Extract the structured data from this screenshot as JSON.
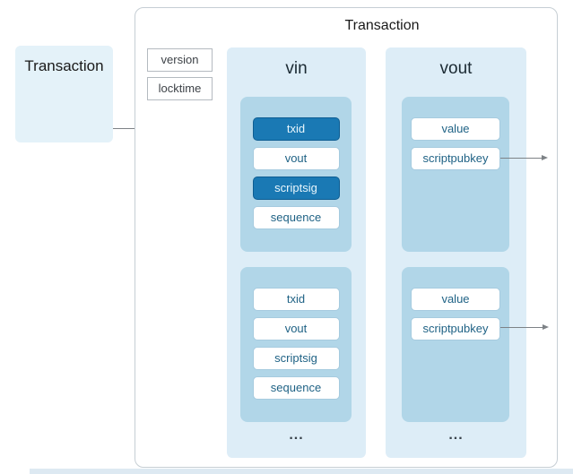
{
  "left_box": {
    "label": "Transaction"
  },
  "container": {
    "title": "Transaction"
  },
  "header_fields": [
    {
      "label": "version"
    },
    {
      "label": "locktime"
    }
  ],
  "vin": {
    "header": "vin",
    "ellipsis": "...",
    "groups": [
      {
        "items": [
          {
            "label": "txid",
            "variant": "highlighted"
          },
          {
            "label": "vout",
            "variant": "plain"
          },
          {
            "label": "scriptsig",
            "variant": "highlighted"
          },
          {
            "label": "sequence",
            "variant": "plain"
          }
        ]
      },
      {
        "items": [
          {
            "label": "txid",
            "variant": "plain"
          },
          {
            "label": "vout",
            "variant": "plain"
          },
          {
            "label": "scriptsig",
            "variant": "plain"
          },
          {
            "label": "sequence",
            "variant": "plain"
          }
        ]
      }
    ]
  },
  "vout": {
    "header": "vout",
    "ellipsis": "...",
    "groups": [
      {
        "items": [
          {
            "label": "value",
            "variant": "plain",
            "has_arrow": false
          },
          {
            "label": "scriptpubkey",
            "variant": "plain",
            "has_arrow": true
          }
        ]
      },
      {
        "items": [
          {
            "label": "value",
            "variant": "plain",
            "has_arrow": false
          },
          {
            "label": "scriptpubkey",
            "variant": "plain",
            "has_arrow": true
          }
        ]
      }
    ]
  },
  "arrows": [
    {
      "from": "transaction-source-box",
      "to": "vin-group-1-txid"
    },
    {
      "from": "vout-group-1-scriptpubkey",
      "to": "outside-right"
    },
    {
      "from": "vout-group-2-scriptpubkey",
      "to": "outside-right"
    }
  ],
  "colors": {
    "highlight_fill": "#1a79b4",
    "highlight_border": "#0d5d92",
    "plain_border": "#a6cbdf",
    "plain_text": "#1f6285",
    "column_bg": "#ddedf7",
    "group_bg": "#b1d6e8",
    "source_box_bg": "#e4f2f9",
    "arrow": "#7d8286"
  }
}
